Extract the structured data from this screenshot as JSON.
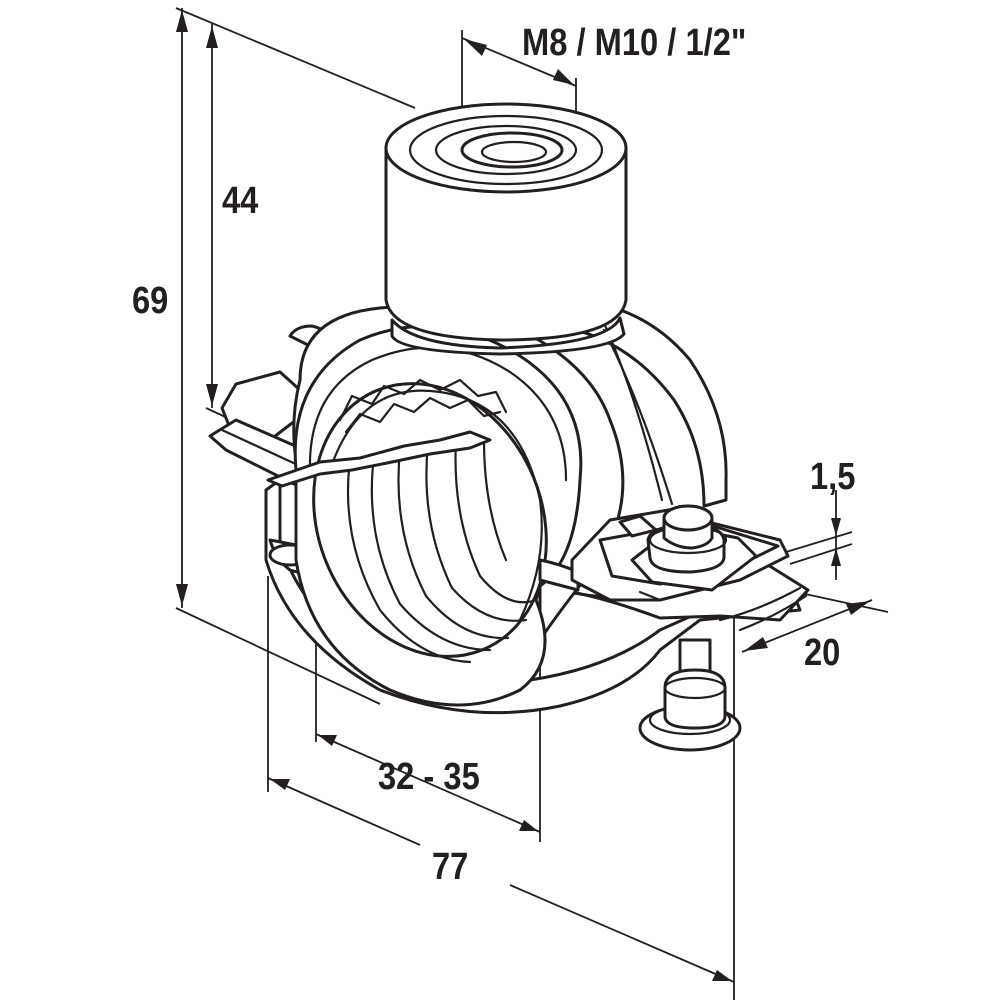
{
  "drawing": {
    "subject": "pipe clamp with rubber insert, M8 / M10 / 1/2\" boss",
    "dimensions": {
      "thread": "M8 / M10 / 1/2\"",
      "total_height": "69",
      "boss_height": "44",
      "band_thickness": "1,5",
      "band_width": "20",
      "pipe_range": "32 - 35",
      "overall_width": "77"
    }
  },
  "colors": {
    "line": "#231f20",
    "background": "#ffffff"
  }
}
